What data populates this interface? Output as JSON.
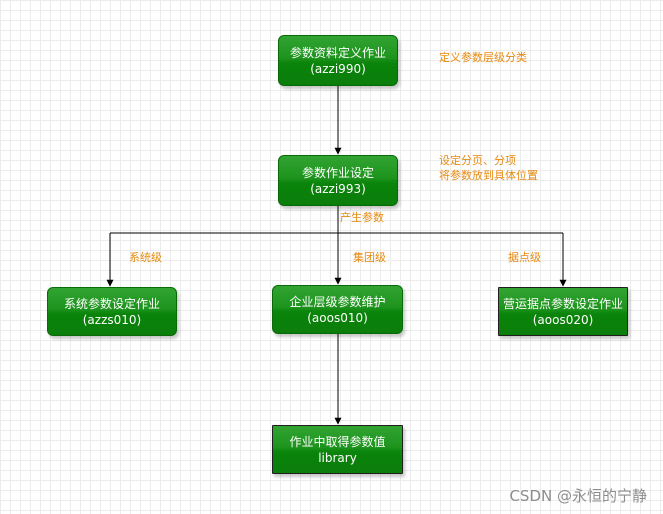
{
  "nodes": [
    {
      "id": "azzi990",
      "title": "参数资料定义作业",
      "code": "(azzi990)"
    },
    {
      "id": "azzi993",
      "title": "参数作业设定",
      "code": "(azzi993)"
    },
    {
      "id": "azzs010",
      "title": "系统参数设定作业",
      "code": "(azzs010)"
    },
    {
      "id": "aoos010",
      "title": "企业层级参数维护",
      "code": "(aoos010)"
    },
    {
      "id": "aoos020",
      "title": "营运据点参数设定作业",
      "code": "(aoos020)"
    },
    {
      "id": "library",
      "title": "作业中取得参数值",
      "code": "library"
    }
  ],
  "notes": {
    "define_hierarchy": "定义参数层级分类",
    "set_pages_line1": "设定分页、分项",
    "set_pages_line2": "将参数放到具体位置",
    "generate_params": "产生参数",
    "system_level": "系统级",
    "group_level": "集团级",
    "site_level": "据点级"
  },
  "watermark": "CSDN @永恒的宁静",
  "colors": {
    "node_fill": "#1e941e",
    "note_text": "#e6890f",
    "arrow": "#000000",
    "watermark": "#8d8d8d"
  }
}
